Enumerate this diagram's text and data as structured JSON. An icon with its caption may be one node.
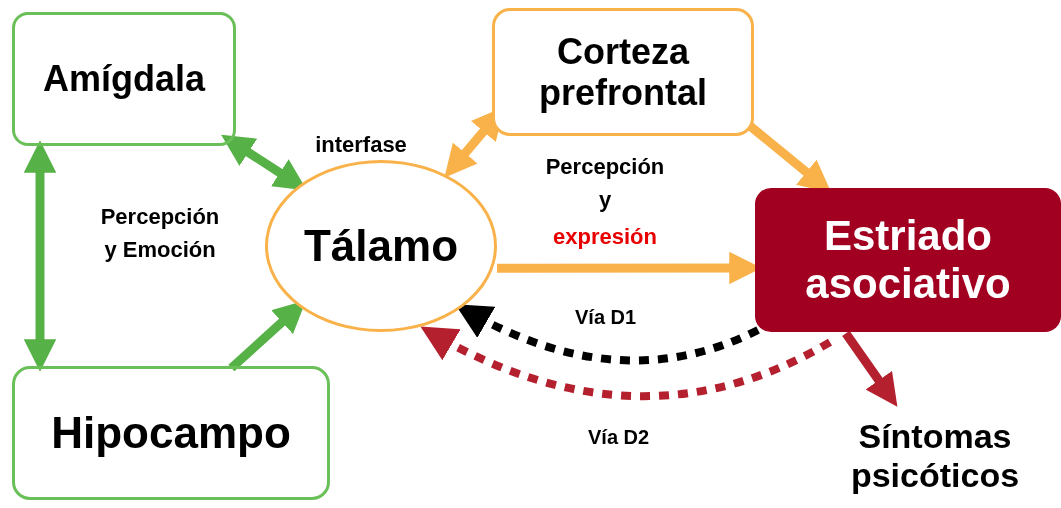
{
  "diagram": {
    "nodes": [
      {
        "text": [
          "Amígdala"
        ]
      },
      {
        "text": [
          "Corteza prefrontal"
        ]
      },
      {
        "text": [
          "Tálamo"
        ]
      },
      {
        "text": [
          "Estriado asociativo"
        ]
      },
      {
        "text": [
          "Hipocampo"
        ]
      },
      {
        "text": [
          "Síntomas psicóticos"
        ]
      }
    ],
    "edges": [
      {
        "from": 0,
        "to": 2,
        "arrow": "both",
        "color": "#56b146"
      },
      {
        "from": 0,
        "to": 4,
        "arrow": "both",
        "color": "#56b146"
      },
      {
        "from": 4,
        "to": 2,
        "arrow": "to",
        "color": "#56b146"
      },
      {
        "from": 1,
        "to": 2,
        "arrow": "both",
        "color": "#f9b24a"
      },
      {
        "from": 1,
        "to": 3,
        "arrow": "to",
        "color": "#f9b24a"
      },
      {
        "from": 2,
        "to": 3,
        "arrow": "to",
        "color": "#f9b24a"
      },
      {
        "from": 3,
        "to": 2,
        "arrow": "to",
        "label": "Vía D1",
        "style": "dashed",
        "color": "#000000"
      },
      {
        "from": 3,
        "to": 2,
        "arrow": "to",
        "label": "Vía D2",
        "style": "dashed",
        "color": "#b5202e"
      },
      {
        "from": 3,
        "to": 5,
        "arrow": "to",
        "color": "#b5202e"
      }
    ],
    "labels": [
      "interfase",
      "Percepción y Emoción",
      "Percepción y",
      "expresión"
    ]
  }
}
